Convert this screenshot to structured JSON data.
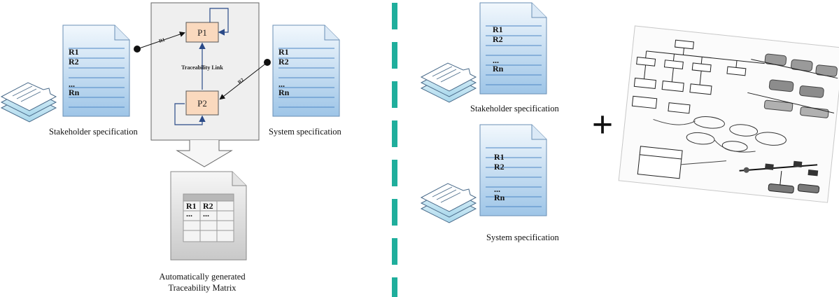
{
  "left_panel": {
    "stakeholder_doc": {
      "lines": [
        "R1",
        "R2",
        "...",
        "Rn"
      ],
      "caption": "Stakeholder specification"
    },
    "system_doc": {
      "lines": [
        "R1",
        "R2",
        "...",
        "Rn"
      ],
      "caption": "System specification"
    },
    "process_box": {
      "p1_label": "P1",
      "p2_label": "P2",
      "link_label": "Traceability Link",
      "edge_label_stakeholder": "R1",
      "edge_label_system": "R2"
    },
    "matrix_doc": {
      "header_cells": [
        "R1",
        "R2"
      ],
      "row_cells": [
        "...",
        "..."
      ],
      "caption_line1": "Automatically generated",
      "caption_line2": "Traceability Matrix"
    }
  },
  "right_panel": {
    "stakeholder_doc": {
      "lines": [
        "R1",
        "R2",
        "...",
        "Rn"
      ],
      "caption": "Stakeholder specification"
    },
    "system_doc": {
      "lines": [
        "R1",
        "R2",
        "...",
        "Rn"
      ],
      "caption": "System specification"
    },
    "plus_symbol": "+"
  },
  "colors": {
    "doc_fill_top": "#eef5fc",
    "doc_fill_bottom": "#9fc6e8",
    "doc_stroke": "#6a8fb5",
    "process_fill": "#fad9be",
    "process_stroke": "#555555",
    "panel_fill": "#efefef",
    "divider": "#1fae9c",
    "arrow_blue": "#2a4a88"
  }
}
